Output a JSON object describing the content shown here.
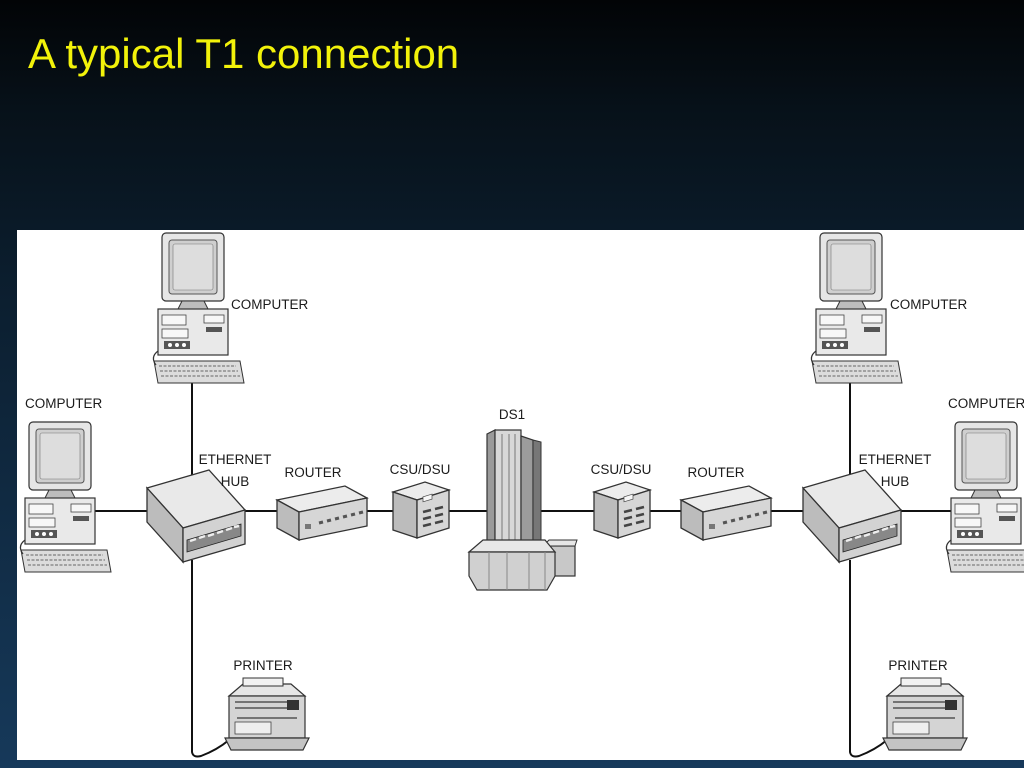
{
  "slide": {
    "title": "A typical T1 connection",
    "title_color": "#f2f20a",
    "background_color": "#0d2235"
  },
  "diagram": {
    "labels": {
      "computer_top_left": "COMPUTER",
      "computer_left": "COMPUTER",
      "hub_left_line1": "ETHERNET",
      "hub_left_line2": "HUB",
      "router_left": "ROUTER",
      "csu_dsu_left": "CSU/DSU",
      "ds1": "DS1",
      "csu_dsu_right": "CSU/DSU",
      "router_right": "ROUTER",
      "hub_right_line1": "ETHERNET",
      "hub_right_line2": "HUB",
      "computer_top_right": "COMPUTER",
      "computer_right": "COMPUTER",
      "printer_left": "PRINTER",
      "printer_right": "PRINTER"
    },
    "devices": [
      {
        "id": "computer-top-left",
        "icon": "computer-icon"
      },
      {
        "id": "computer-left",
        "icon": "computer-icon"
      },
      {
        "id": "ethernet-hub-left",
        "icon": "ethernet-hub-icon"
      },
      {
        "id": "router-left",
        "icon": "router-icon"
      },
      {
        "id": "csu-dsu-left",
        "icon": "csu-dsu-icon"
      },
      {
        "id": "ds1",
        "icon": "ds1-tower-icon"
      },
      {
        "id": "csu-dsu-right",
        "icon": "csu-dsu-icon"
      },
      {
        "id": "router-right",
        "icon": "router-icon"
      },
      {
        "id": "ethernet-hub-right",
        "icon": "ethernet-hub-icon"
      },
      {
        "id": "computer-top-right",
        "icon": "computer-icon"
      },
      {
        "id": "computer-right",
        "icon": "computer-icon"
      },
      {
        "id": "printer-left",
        "icon": "printer-icon"
      },
      {
        "id": "printer-right",
        "icon": "printer-icon"
      }
    ],
    "connections": [
      [
        "computer-top-left",
        "ethernet-hub-left"
      ],
      [
        "computer-left",
        "ethernet-hub-left"
      ],
      [
        "ethernet-hub-left",
        "printer-left"
      ],
      [
        "ethernet-hub-left",
        "router-left"
      ],
      [
        "router-left",
        "csu-dsu-left"
      ],
      [
        "csu-dsu-left",
        "ds1"
      ],
      [
        "ds1",
        "csu-dsu-right"
      ],
      [
        "csu-dsu-right",
        "router-right"
      ],
      [
        "router-right",
        "ethernet-hub-right"
      ],
      [
        "computer-top-right",
        "ethernet-hub-right"
      ],
      [
        "computer-right",
        "ethernet-hub-right"
      ],
      [
        "ethernet-hub-right",
        "printer-right"
      ]
    ]
  }
}
